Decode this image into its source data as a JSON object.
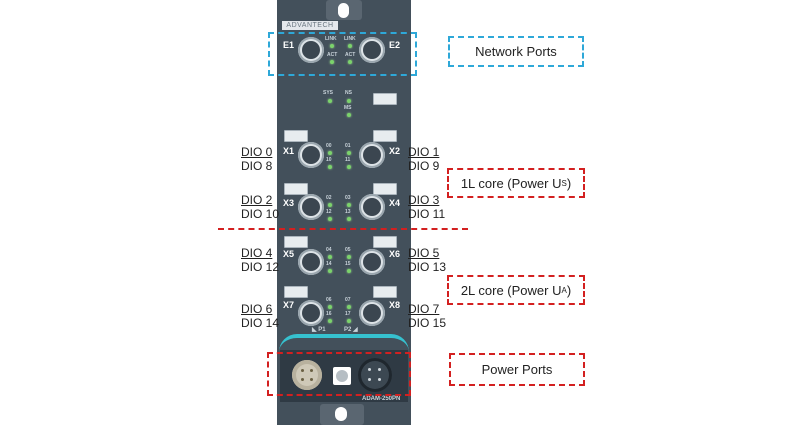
{
  "device": {
    "brand": "ADVANTECH",
    "model": "ADAM-250PN",
    "network_ports": [
      {
        "label": "E1",
        "link": "LINK",
        "act": "ACT"
      },
      {
        "label": "E2",
        "link": "LINK",
        "act": "ACT"
      }
    ],
    "status_leds": [
      "SYS",
      "NS",
      "MS"
    ],
    "io_ports": [
      "X1",
      "X2",
      "X3",
      "X4",
      "X5",
      "X6",
      "X7",
      "X8"
    ],
    "led_rows": [
      [
        "00",
        "01"
      ],
      [
        "10",
        "11"
      ],
      [
        "02",
        "03"
      ],
      [
        "12",
        "13"
      ],
      [
        "04",
        "05"
      ],
      [
        "14",
        "15"
      ],
      [
        "06",
        "07"
      ],
      [
        "16",
        "17"
      ]
    ],
    "p1": "P1",
    "p2": "P2"
  },
  "dio_labels": {
    "left": [
      {
        "top": "DIO 0",
        "bottom": "DIO 8"
      },
      {
        "top": "DIO 2",
        "bottom": "DIO 10"
      },
      {
        "top": "DIO 4",
        "bottom": "DIO 12"
      },
      {
        "top": "DIO 6",
        "bottom": "DIO 14"
      }
    ],
    "right": [
      {
        "top": "DIO 1",
        "bottom": "DIO 9"
      },
      {
        "top": "DIO 3",
        "bottom": "DIO 11"
      },
      {
        "top": "DIO 5",
        "bottom": "DIO 13"
      },
      {
        "top": "DIO 7",
        "bottom": "DIO 15"
      }
    ]
  },
  "callouts": {
    "network": "Network Ports",
    "core1_text": "1L core (Power U",
    "core1_sub": "S",
    "core1_end": ")",
    "core2_text": "2L core (Power U",
    "core2_sub": "A",
    "core2_end": ")",
    "power": "Power Ports"
  },
  "colors": {
    "device_body": "#43505b",
    "led_green": "#7bd36b",
    "callout_blue": "#2ea8d8",
    "callout_red": "#d32020",
    "accent_teal": "#36c1cf"
  }
}
